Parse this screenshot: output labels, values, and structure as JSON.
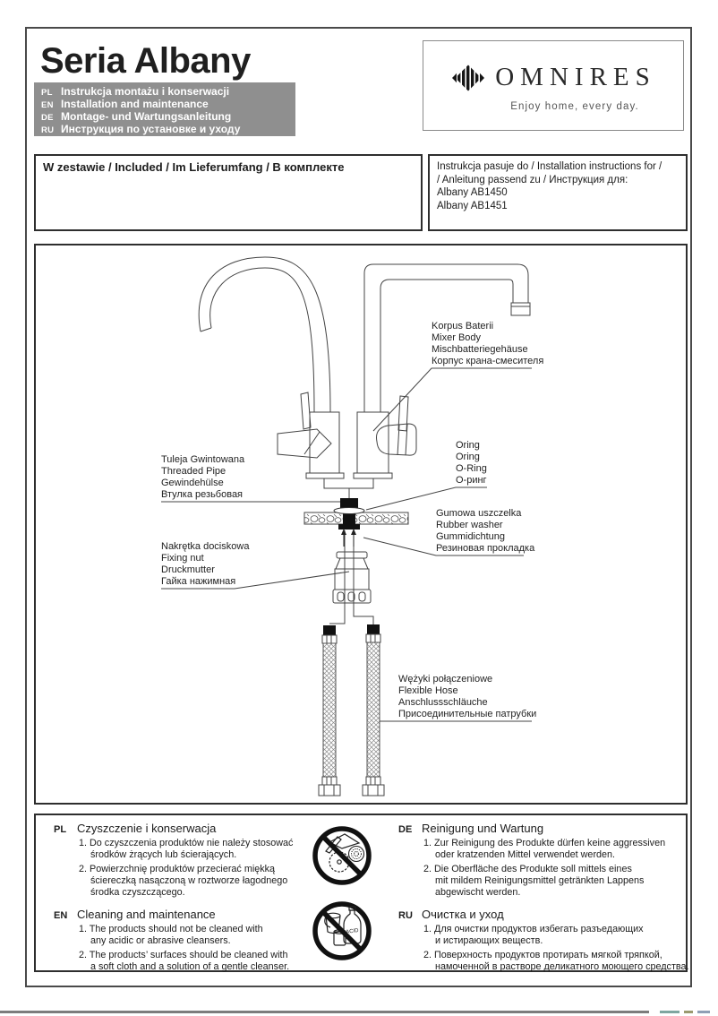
{
  "header": {
    "title": "Seria Albany",
    "languages": [
      {
        "code": "PL",
        "label": "Instrukcja montażu i konserwacji"
      },
      {
        "code": "EN",
        "label": "Installation and maintenance"
      },
      {
        "code": "DE",
        "label": "Montage- und Wartungsanleitung"
      },
      {
        "code": "RU",
        "label": "Инструкция по установке и уходу"
      }
    ],
    "brand": {
      "name": "OMNIRES",
      "tagline": "Enjoy home, every day.",
      "logo_icon": "striped-diamond-icon"
    }
  },
  "included_box": {
    "title": "W zestawie / Included / Im Lieferumfang / В комплекте"
  },
  "applies_box": {
    "lines": [
      "Instrukcja pasuje do / Installation instructions for /",
      "/ Anleitung passend zu / Инструкция для:",
      "Albany AB1450",
      "Albany AB1451"
    ]
  },
  "diagram": {
    "labels": {
      "mixer_body": [
        "Korpus Baterii",
        "Mixer Body",
        "Mischbatteriegehäuse",
        "Корпус крана-смесителя"
      ],
      "threaded_pipe": [
        "Tuleja Gwintowana",
        "Threaded Pipe",
        "Gewindehülse",
        "Втулка резьбовая"
      ],
      "oring": [
        "Oring",
        "Oring",
        "O-Ring",
        "О-ринг"
      ],
      "rubber_washer": [
        "Gumowa uszczelka",
        "Rubber washer",
        "Gummidichtung",
        "Резиновая прокладка"
      ],
      "fixing_nut": [
        "Nakrętka dociskowa",
        "Fixing nut",
        "Druckmutter",
        "Гайка нажимная"
      ],
      "flexible_hose": [
        "Wężyki połączeniowe",
        "Flexible Hose",
        "Anschlussschläuche",
        "Присоединительные патрубки"
      ]
    }
  },
  "care": {
    "acid_text": "ACID",
    "icons": [
      "no-abrasive-tools-icon",
      "no-acid-products-icon"
    ],
    "sections": [
      {
        "code": "PL",
        "title": "Czyszczenie i konserwacja",
        "items": [
          "1. Do czyszczenia produktów nie należy stosować\nśrodków żrących lub ścierających.",
          "2. Powierzchnię produktów przecierać miękką\nściereczką nasączoną w roztworze łagodnego\nśrodka czyszczącego."
        ]
      },
      {
        "code": "EN",
        "title": "Cleaning and maintenance",
        "items": [
          "1. The products should not be cleaned with\nany acidic or abrasive cleansers.",
          "2. The products’ surfaces should be cleaned with\na soft cloth and a solution of a gentle cleanser."
        ]
      },
      {
        "code": "DE",
        "title": "Reinigung und Wartung",
        "items": [
          "1. Zur Reinigung des Produkte dürfen keine aggressiven\noder kratzenden Mittel verwendet werden.",
          "2. Die Oberfläche des Produkte soll mittels eines\nmit mildem Reinigungsmittel getränkten Lappens\nabgewischt werden."
        ]
      },
      {
        "code": "RU",
        "title": "Очистка и уход",
        "items": [
          "1. Для очистки продуктов избегать разъедающих\nи истирающих веществ.",
          "2. Поверхность продуктов протирать мягкой тряпкой,\nнамоченной в растворе деликатного моющего средства."
        ]
      }
    ]
  },
  "colors": {
    "lang_box_bg": "#8f8f8f",
    "frame_border": "#4a4a4a",
    "box_border": "#2e2e2e",
    "line": "#444444"
  }
}
